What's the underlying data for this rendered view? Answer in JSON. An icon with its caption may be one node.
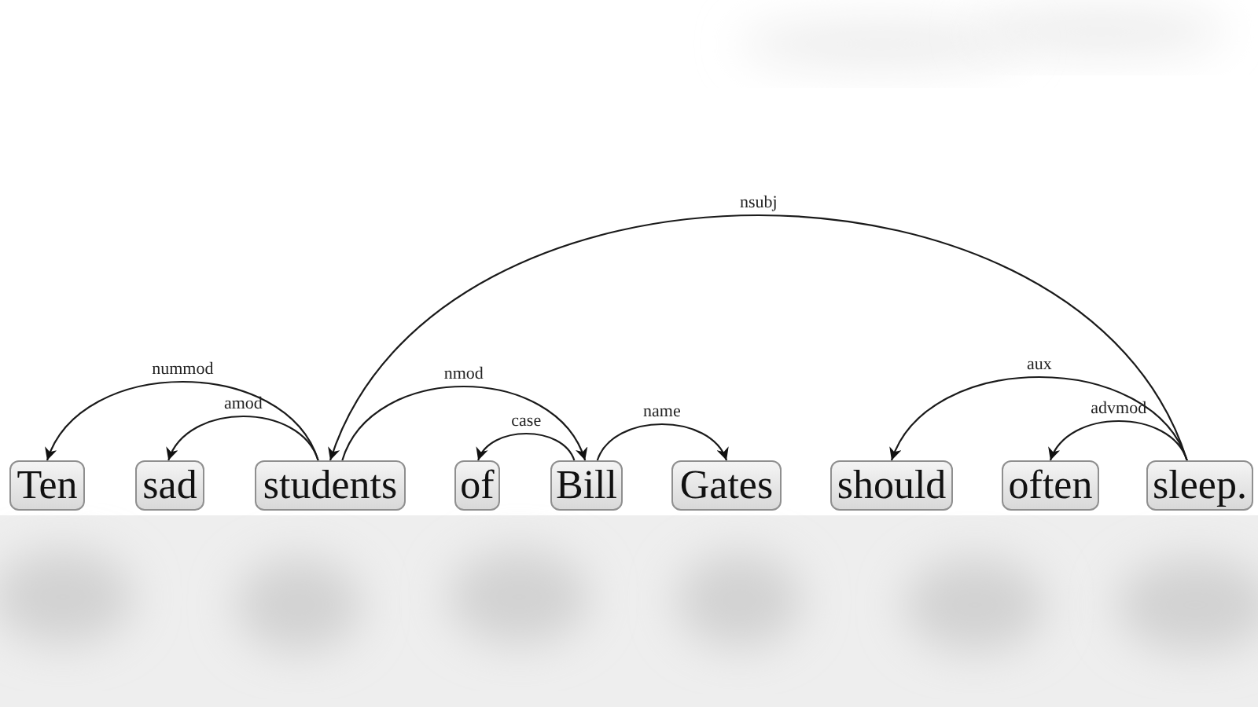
{
  "diagram": {
    "nodes": [
      {
        "text": [
          "Ten"
        ]
      },
      {
        "text": [
          "sad"
        ]
      },
      {
        "text": [
          "students"
        ]
      },
      {
        "text": [
          "of"
        ]
      },
      {
        "text": [
          "Bill"
        ]
      },
      {
        "text": [
          "Gates"
        ]
      },
      {
        "text": [
          "should"
        ]
      },
      {
        "text": [
          "often"
        ]
      },
      {
        "text": [
          "sleep."
        ]
      }
    ],
    "edges": [
      {
        "from": 2,
        "to": 0,
        "arrow": "to",
        "label": "nummod"
      },
      {
        "from": 2,
        "to": 1,
        "arrow": "to",
        "label": "amod"
      },
      {
        "from": 8,
        "to": 2,
        "arrow": "to",
        "label": "nsubj"
      },
      {
        "from": 2,
        "to": 4,
        "arrow": "to",
        "label": "nmod"
      },
      {
        "from": 4,
        "to": 3,
        "arrow": "to",
        "label": "case"
      },
      {
        "from": 4,
        "to": 5,
        "arrow": "to",
        "label": "name"
      },
      {
        "from": 8,
        "to": 6,
        "arrow": "to",
        "label": "aux"
      },
      {
        "from": 8,
        "to": 7,
        "arrow": "to",
        "label": "advmod"
      }
    ]
  }
}
